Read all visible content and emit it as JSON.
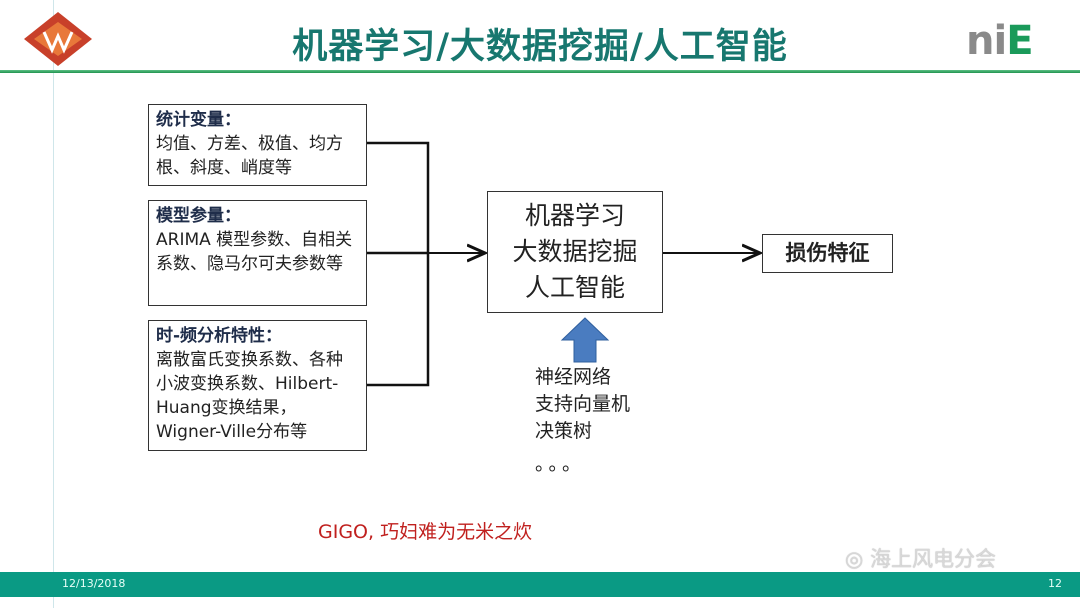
{
  "slide": {
    "title": "机器学习/大数据挖掘/人工智能",
    "logo_right_text": "niE",
    "inputs": [
      {
        "heading": "统计变量：",
        "body": "均值、方差、极值、均方根、斜度、峭度等"
      },
      {
        "heading": "模型参量：",
        "body": "ARIMA 模型参数、自相关系数、隐马尔可夫参数等"
      },
      {
        "heading": "时-频分析特性：",
        "body": "离散富氏变换系数、各种小波变换系数、Hilbert-Huang变换结果，Wigner-Ville分布等"
      }
    ],
    "center_lines": [
      "机器学习",
      "大数据挖掘",
      "人工智能"
    ],
    "result": "损伤特征",
    "algorithms": [
      "神经网络",
      "支持向量机",
      "决策树",
      "。。。"
    ],
    "note": "GIGO, 巧妇难为无米之炊",
    "watermark": "海上风电分会",
    "colors": {
      "title": "#17776f",
      "footer": "#0a9a84",
      "note": "#c0201e",
      "arrow": "#4a7cc0"
    }
  },
  "footer": {
    "date": "12/13/2018",
    "page": "12"
  }
}
